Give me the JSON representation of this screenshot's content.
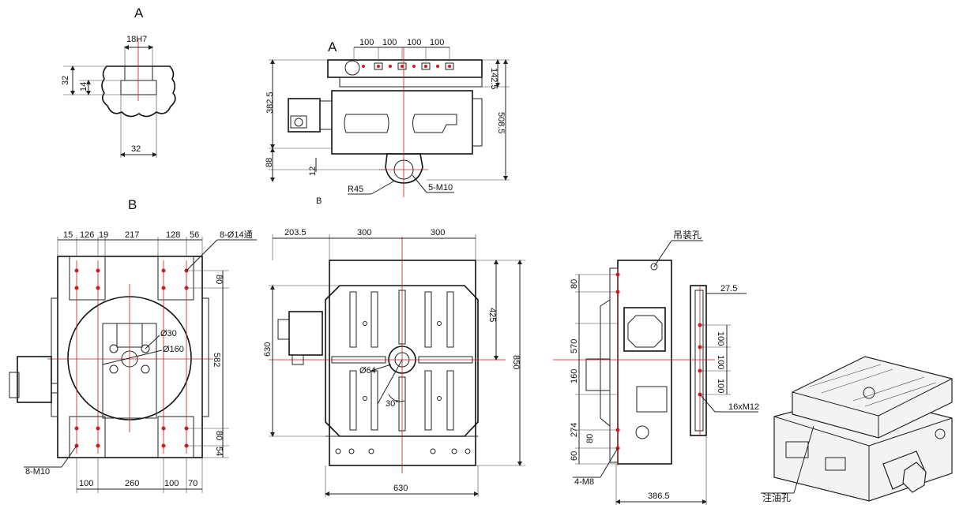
{
  "views": {
    "detail_a": {
      "title": "A",
      "slot_width": "18H7",
      "height_outer": "32",
      "height_inner": "14",
      "width_bottom": "32"
    },
    "front": {
      "section_marker": "A",
      "pitch_1": "100",
      "pitch_2": "100",
      "pitch_3": "100",
      "pitch_4": "100",
      "table_height": "142.5",
      "center_height": "382.5",
      "total_height": "508.5",
      "base_offset": "88",
      "small_offset": "12",
      "radius": "R45",
      "thread": "5-M10",
      "view_marker": "B"
    },
    "bottom_b": {
      "title": "B",
      "d1": "15",
      "d2": "126",
      "d3": "19",
      "d4": "217",
      "d5": "128",
      "d6": "56",
      "through_holes": "8-Ø14通",
      "spacing_top": "80",
      "spacing_mid": "582",
      "spacing_bottom": "80",
      "edge": "54",
      "bore_small": "Ø30",
      "bore_large": "Ø160",
      "thread_holes": "8-M10",
      "b1": "100",
      "b2": "260",
      "b3": "100",
      "b4": "70"
    },
    "top": {
      "offset": "203.5",
      "w1": "300",
      "w2": "300",
      "h_left": "630",
      "h_right_inner": "425",
      "h_right_outer": "850",
      "center_bore": "Ø64",
      "angle": "30°",
      "width_bottom": "630"
    },
    "side": {
      "lifting_hole": "吊装孔",
      "s1": "80",
      "s2": "570",
      "s3": "160",
      "s4": "274",
      "s5": "80",
      "s6": "60",
      "thread_small": "4-M8",
      "width_bottom": "386.5",
      "plate_thickness": "27.5",
      "p1": "100",
      "p2": "100",
      "p3": "100",
      "thread_large": "16xM12"
    },
    "iso": {
      "oil_hole": "注油孔"
    }
  }
}
